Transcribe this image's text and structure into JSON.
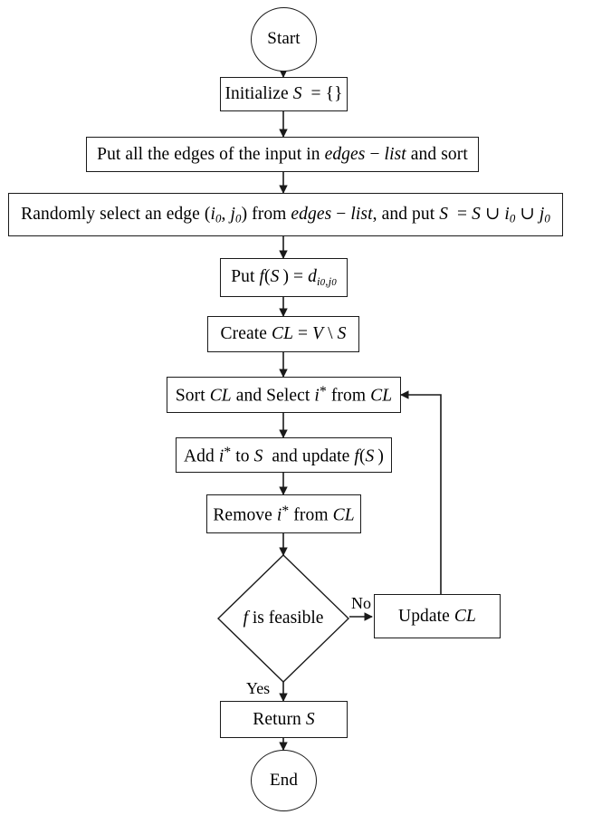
{
  "diagram": {
    "title": "GRASP construction phase flowchart",
    "type": "flowchart",
    "background_color": "#ffffff",
    "line_color": "#1a1a1a",
    "text_color": "#000000",
    "nodes": [
      {
        "id": "start",
        "shape": "circle",
        "label": "Start"
      },
      {
        "id": "init",
        "shape": "process",
        "label": "Initialize S = {}"
      },
      {
        "id": "put_edges",
        "shape": "process",
        "label": "Put all the edges of the input in edges − list and sort"
      },
      {
        "id": "rand_edge",
        "shape": "process",
        "label": "Randomly select an edge (i₀, j₀) from edges − list, and put S = S ∪ i₀ ∪ j₀"
      },
      {
        "id": "put_f",
        "shape": "process",
        "label": "Put f(S) = dᵢ₀,ⱼ₀"
      },
      {
        "id": "create_cl",
        "shape": "process",
        "label": "Create CL = V \\ S"
      },
      {
        "id": "sort_cl",
        "shape": "process",
        "label": "Sort CL and Select i* from CL"
      },
      {
        "id": "add_i",
        "shape": "process",
        "label": "Add i* to S and update f(S)"
      },
      {
        "id": "remove_i",
        "shape": "process",
        "label": "Remove i* from CL"
      },
      {
        "id": "decision",
        "shape": "diamond",
        "label": "f is feasible"
      },
      {
        "id": "update_cl",
        "shape": "process",
        "label": "Update CL"
      },
      {
        "id": "return_s",
        "shape": "process",
        "label": "Return S"
      },
      {
        "id": "end",
        "shape": "circle",
        "label": "End"
      }
    ],
    "edge_labels": {
      "no": "No",
      "yes": "Yes"
    },
    "edges": [
      {
        "from": "start",
        "to": "init",
        "label": ""
      },
      {
        "from": "init",
        "to": "put_edges",
        "label": ""
      },
      {
        "from": "put_edges",
        "to": "rand_edge",
        "label": ""
      },
      {
        "from": "rand_edge",
        "to": "put_f",
        "label": ""
      },
      {
        "from": "put_f",
        "to": "create_cl",
        "label": ""
      },
      {
        "from": "create_cl",
        "to": "sort_cl",
        "label": ""
      },
      {
        "from": "sort_cl",
        "to": "add_i",
        "label": ""
      },
      {
        "from": "add_i",
        "to": "remove_i",
        "label": ""
      },
      {
        "from": "remove_i",
        "to": "decision",
        "label": ""
      },
      {
        "from": "decision",
        "to": "update_cl",
        "label": "No"
      },
      {
        "from": "update_cl",
        "to": "sort_cl",
        "label": ""
      },
      {
        "from": "decision",
        "to": "return_s",
        "label": "Yes"
      },
      {
        "from": "return_s",
        "to": "end",
        "label": ""
      }
    ]
  }
}
